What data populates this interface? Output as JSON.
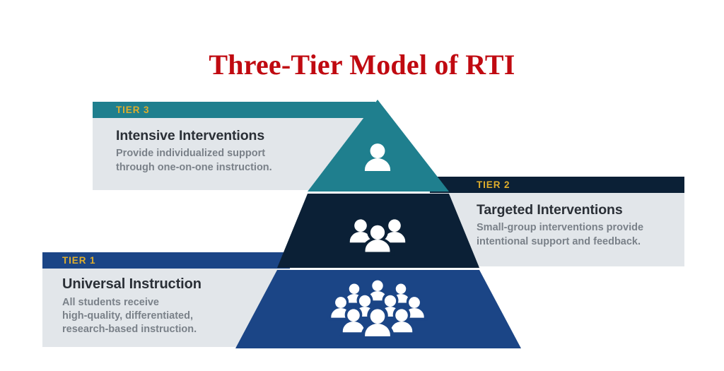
{
  "title": "Three-Tier Model of RTI",
  "colors": {
    "title": "#C00A11",
    "tier3": "#1F7F8E",
    "tier2": "#0B2036",
    "tier1": "#1B4586",
    "panel_bg": "#E2E6EA",
    "tier_label": "#E0AE2B",
    "heading": "#2A2F36",
    "body_text": "#7A8189",
    "icon": "#FFFFFF"
  },
  "tiers": [
    {
      "id": "tier3",
      "label": "TIER 3",
      "heading": "Intensive Interventions",
      "description": "Provide individualized support\nthrough one-on-one instruction.",
      "icon": "single-person-icon",
      "color": "#1F7F8E",
      "people_count": 1
    },
    {
      "id": "tier2",
      "label": "TIER 2",
      "heading": "Targeted Interventions",
      "description": "Small-group interventions provide\nintentional support and feedback.",
      "icon": "small-group-people-icon",
      "color": "#0B2036",
      "people_count": 3
    },
    {
      "id": "tier1",
      "label": "TIER 1",
      "heading": "Universal Instruction",
      "description": "All students receive\nhigh-quality, differentiated,\nresearch-based instruction.",
      "icon": "crowd-people-icon",
      "color": "#1B4586",
      "people_count": 9
    }
  ],
  "chart_data": {
    "type": "pyramid",
    "title": "Three-Tier Model of RTI",
    "levels": [
      {
        "name": "TIER 3",
        "heading": "Intensive Interventions",
        "position": "top",
        "color": "#1F7F8E"
      },
      {
        "name": "TIER 2",
        "heading": "Targeted Interventions",
        "position": "middle",
        "color": "#0B2036"
      },
      {
        "name": "TIER 1",
        "heading": "Universal Instruction",
        "position": "base",
        "color": "#1B4586"
      }
    ]
  }
}
